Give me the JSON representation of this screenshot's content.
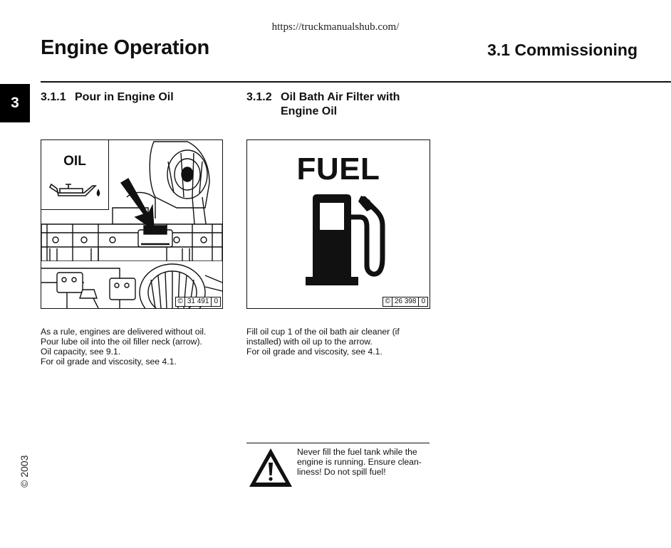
{
  "source_url": "https://truckmanualshub.com/",
  "header": {
    "doc_title": "Engine Operation",
    "section_title": "3.1 Commissioning",
    "chapter_tab": "3"
  },
  "side": {
    "copyright": "© 2003"
  },
  "col1": {
    "number": "3.1.1",
    "title": "Pour in Engine Oil",
    "figure": {
      "label": "OIL",
      "ref_symbol": "©",
      "ref_number": "31 491",
      "ref_suffix": "0"
    },
    "text_lines": [
      "As a rule, engines are delivered without oil.",
      "Pour lube oil into the oil filler neck (arrow).",
      "Oil capacity, see 9.1.",
      "For oil grade and viscosity, see 4.1."
    ]
  },
  "col2": {
    "number": "3.1.2",
    "title_line1": "Oil Bath Air Filter with",
    "title_line2": "Engine Oil",
    "figure": {
      "label": "FUEL",
      "ref_symbol": "©",
      "ref_number": "26 398",
      "ref_suffix": "0"
    },
    "text_lines": [
      "Fill oil cup 1 of the oil bath air cleaner (if",
      "installed) with oil up to the arrow.",
      "For oil grade and viscosity, see 4.1."
    ],
    "warning": {
      "icon": "warning-triangle-icon",
      "lines": [
        "Never fill the fuel tank while the",
        "engine is running. Ensure clean-",
        "liness! Do not spill fuel!"
      ]
    }
  },
  "colors": {
    "ink": "#111111",
    "paper": "#ffffff"
  }
}
